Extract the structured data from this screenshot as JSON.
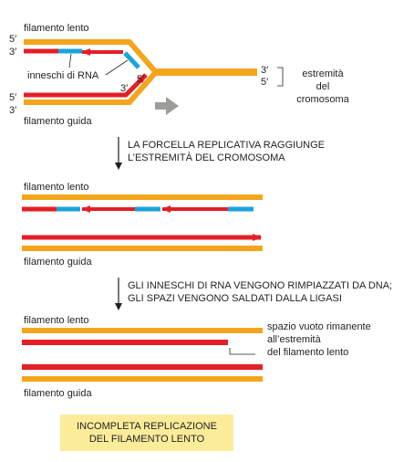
{
  "colors": {
    "strand_orange": "#f4a51c",
    "strand_red": "#e41f26",
    "primer_blue": "#1ba3dd",
    "arrow_grey": "#9d9d9c",
    "box_yellow": "#fbec9a",
    "text": "#231f20"
  },
  "panel1": {
    "lagging_label": "filamento lento",
    "leading_label": "filamento guida",
    "primers_label": "inneschi di RNA",
    "five_prime": "5′",
    "three_prime": "3′",
    "chromosome_end": [
      "estremità",
      "del",
      "cromosoma"
    ]
  },
  "step1": [
    "LA FORCELLA REPLICATIVA RAGGIUNGE",
    "L’ESTREMITÀ DEL CROMOSOMA"
  ],
  "panel2": {
    "lagging_label": "filamento lento",
    "leading_label": "filamento guida"
  },
  "step2": [
    "GLI INNESCHI DI RNA VENGONO RIMPIAZZATI DA DNA;",
    "GLI SPAZI VENGONO SALDATI DALLA LIGASI"
  ],
  "panel3": {
    "lagging_label": "filamento lento",
    "leading_label": "filamento guida",
    "gap_label": [
      "spazio vuoto rimanente",
      "all’estremità",
      "del filamento lento"
    ]
  },
  "result_box": [
    "INCOMPLETA REPLICAZIONE",
    "DEL FILAMENTO LENTO"
  ]
}
